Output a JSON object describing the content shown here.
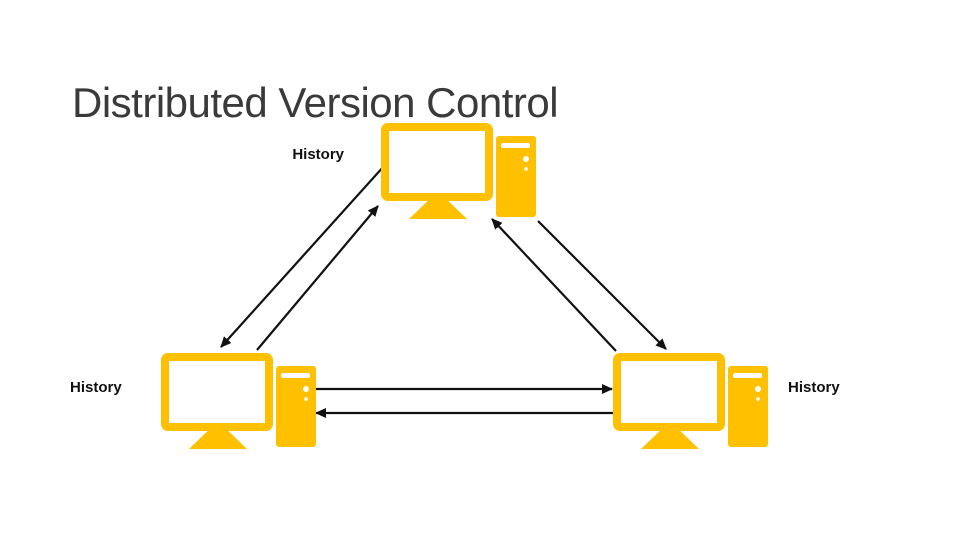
{
  "title": "Distributed Version Control",
  "theme": {
    "background": "#FFFFFF",
    "accent_gold": "#FFC000",
    "title_color": "#3A3A3A",
    "text_color": "#111111",
    "arrow_color": "#111111"
  },
  "nodes": [
    {
      "id": "top-computer",
      "icon": "desktop-computer-icon",
      "label": "History",
      "label_position": "left-of-node"
    },
    {
      "id": "bottom-left-computer",
      "icon": "desktop-computer-icon",
      "label": "History",
      "label_position": "left-of-node"
    },
    {
      "id": "bottom-right-computer",
      "icon": "desktop-computer-icon",
      "label": "History",
      "label_position": "right-of-node"
    }
  ],
  "connections": [
    {
      "from": "top-computer",
      "to": "bottom-left-computer",
      "style": "arrow"
    },
    {
      "from": "bottom-left-computer",
      "to": "top-computer",
      "style": "arrow"
    },
    {
      "from": "bottom-right-computer",
      "to": "top-computer",
      "style": "arrow"
    },
    {
      "from": "top-computer",
      "to": "bottom-right-computer",
      "style": "arrow"
    },
    {
      "from": "bottom-left-computer",
      "to": "bottom-right-computer",
      "style": "arrow"
    },
    {
      "from": "bottom-right-computer",
      "to": "bottom-left-computer",
      "style": "arrow"
    }
  ]
}
